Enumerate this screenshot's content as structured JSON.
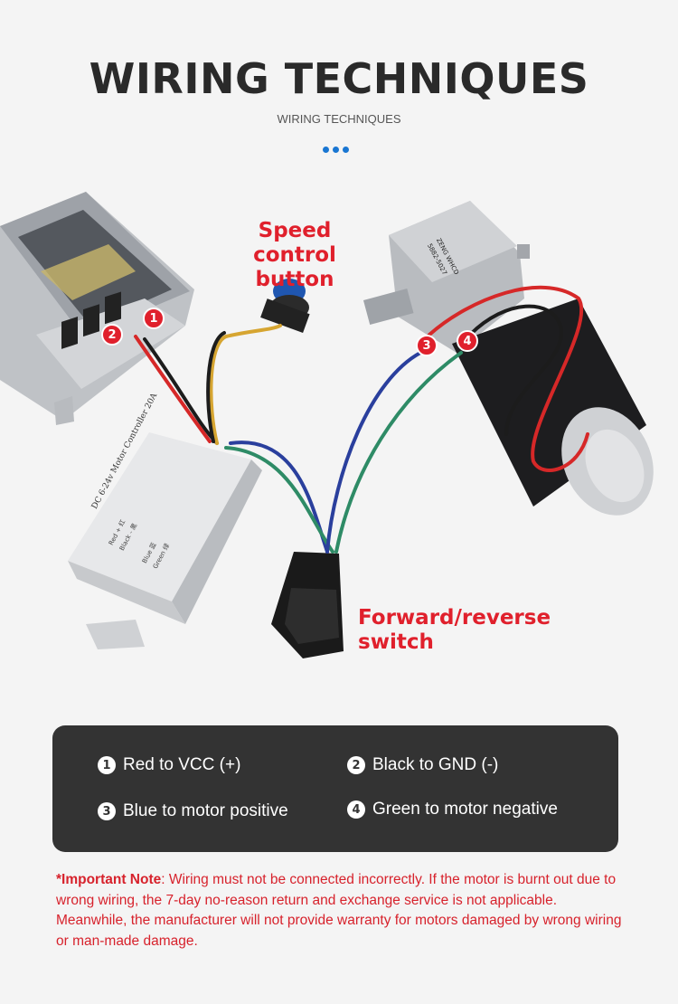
{
  "header": {
    "title": "WIRING TECHNIQUES",
    "subtitle": "WIRING TECHNIQUES"
  },
  "callouts": {
    "speed": "Speed control button",
    "switch": "Forward/reverse switch"
  },
  "markers": [
    "1",
    "2",
    "3",
    "4"
  ],
  "wiring": [
    {
      "num": "1",
      "text": "Red to VCC (+)"
    },
    {
      "num": "2",
      "text": "Black to GND (-)"
    },
    {
      "num": "3",
      "text": "Blue to motor positive"
    },
    {
      "num": "4",
      "text": "Green to motor negative"
    }
  ],
  "note": {
    "lead": "*Important Note",
    "body": ": Wiring must not be connected incorrectly. If the motor is burnt out due to wrong wiring, the 7-day no-reason return and exchange service is not applicable. Meanwhile, the manufacturer will not provide warranty for motors damaged by wrong wiring or man-made damage."
  },
  "controller": {
    "label_model": "DC 6-24v Motor Controller 20A",
    "label_lines": [
      "Red + 红",
      "Black - 黑",
      "Blue 蓝",
      "Green 绿"
    ]
  },
  "motor_label": [
    "ZENG WHCD",
    "5882-5027"
  ],
  "colors": {
    "accent": "#e0202c",
    "dots": "#1976d2",
    "panel": "#333333",
    "wire_red": "#d62828",
    "wire_black": "#1c1c1c",
    "wire_blue": "#2a3f9d",
    "wire_green": "#2e8b66"
  }
}
